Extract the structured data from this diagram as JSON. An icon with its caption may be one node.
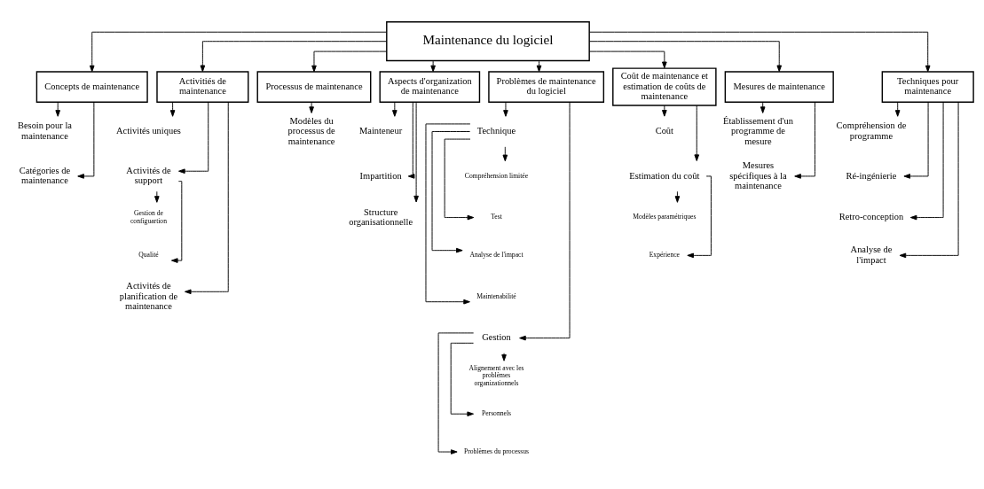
{
  "diagram": {
    "nodes": [
      {
        "text": [
          "Maintenance du logiciel"
        ]
      },
      {
        "text": [
          "Concepts de maintenance"
        ]
      },
      {
        "text": [
          "Activitiés de maintenance"
        ]
      },
      {
        "text": [
          "Processus de maintenance"
        ]
      },
      {
        "text": [
          "Aspects d'organization de maintenance"
        ]
      },
      {
        "text": [
          "Problèmes de maintenance du logiciel"
        ]
      },
      {
        "text": [
          "Coût de maintenance et estimation de coûts de maintenance"
        ]
      },
      {
        "text": [
          "Mesures de maintenance"
        ]
      },
      {
        "text": [
          "Techniques pour maintenance"
        ]
      },
      {
        "text": [
          "Besoin pour la maintenance"
        ]
      },
      {
        "text": [
          "Catégories de maintenance"
        ]
      },
      {
        "text": [
          "Activités uniques"
        ]
      },
      {
        "text": [
          "Activités de support"
        ]
      },
      {
        "text": [
          "Gestion de configuartion"
        ]
      },
      {
        "text": [
          "Qualité"
        ]
      },
      {
        "text": [
          "Activités de planification de maintenance"
        ]
      },
      {
        "text": [
          "Modèles du processus de maintenance"
        ]
      },
      {
        "text": [
          "Mainteneur"
        ]
      },
      {
        "text": [
          "Impartition"
        ]
      },
      {
        "text": [
          "Structure organisationnelle"
        ]
      },
      {
        "text": [
          "Technique"
        ]
      },
      {
        "text": [
          "Compréhension limitée"
        ]
      },
      {
        "text": [
          "Test"
        ]
      },
      {
        "text": [
          "Analyse de l'impact"
        ]
      },
      {
        "text": [
          "Maintenabilité"
        ]
      },
      {
        "text": [
          "Gestion"
        ]
      },
      {
        "text": [
          "Alignement avec les problèmes organizationnels"
        ]
      },
      {
        "text": [
          "Personnels"
        ]
      },
      {
        "text": [
          "Problèmes du processus"
        ]
      },
      {
        "text": [
          "Coût"
        ]
      },
      {
        "text": [
          "Estimation du coût"
        ]
      },
      {
        "text": [
          "Modèles paramétriques"
        ]
      },
      {
        "text": [
          "Expérience"
        ]
      },
      {
        "text": [
          "Établissement d'un programme de mesure"
        ]
      },
      {
        "text": [
          "Mesures spécifiques à la maintenance"
        ]
      },
      {
        "text": [
          "Compréhension de programme"
        ]
      },
      {
        "text": [
          "Ré-ingénierie"
        ]
      },
      {
        "text": [
          "Retro-conception"
        ]
      },
      {
        "text": [
          "Analyse de l'impact"
        ]
      }
    ],
    "edges": [
      {
        "from": 0,
        "to": 1,
        "arrow": "to"
      },
      {
        "from": 0,
        "to": 2,
        "arrow": "to"
      },
      {
        "from": 0,
        "to": 3,
        "arrow": "to"
      },
      {
        "from": 0,
        "to": 4,
        "arrow": "to"
      },
      {
        "from": 0,
        "to": 5,
        "arrow": "to"
      },
      {
        "from": 0,
        "to": 6,
        "arrow": "to"
      },
      {
        "from": 0,
        "to": 7,
        "arrow": "to"
      },
      {
        "from": 0,
        "to": 8,
        "arrow": "to"
      },
      {
        "from": 1,
        "to": 9,
        "arrow": "to"
      },
      {
        "from": 1,
        "to": 10,
        "arrow": "to"
      },
      {
        "from": 2,
        "to": 11,
        "arrow": "to"
      },
      {
        "from": 2,
        "to": 12,
        "arrow": "to"
      },
      {
        "from": 12,
        "to": 13,
        "arrow": "to"
      },
      {
        "from": 12,
        "to": 14,
        "arrow": "to"
      },
      {
        "from": 2,
        "to": 15,
        "arrow": "to"
      },
      {
        "from": 3,
        "to": 16,
        "arrow": "to"
      },
      {
        "from": 4,
        "to": 17,
        "arrow": "to"
      },
      {
        "from": 4,
        "to": 18,
        "arrow": "to"
      },
      {
        "from": 4,
        "to": 19,
        "arrow": "to"
      },
      {
        "from": 5,
        "to": 20,
        "arrow": "to"
      },
      {
        "from": 20,
        "to": 21,
        "arrow": "to"
      },
      {
        "from": 20,
        "to": 22,
        "arrow": "to"
      },
      {
        "from": 20,
        "to": 23,
        "arrow": "to"
      },
      {
        "from": 20,
        "to": 24,
        "arrow": "to"
      },
      {
        "from": 5,
        "to": 25,
        "arrow": "to"
      },
      {
        "from": 25,
        "to": 26,
        "arrow": "to"
      },
      {
        "from": 25,
        "to": 27,
        "arrow": "to"
      },
      {
        "from": 25,
        "to": 28,
        "arrow": "to"
      },
      {
        "from": 6,
        "to": 29,
        "arrow": "to"
      },
      {
        "from": 6,
        "to": 30,
        "arrow": "to"
      },
      {
        "from": 30,
        "to": 31,
        "arrow": "to"
      },
      {
        "from": 30,
        "to": 32,
        "arrow": "to"
      },
      {
        "from": 7,
        "to": 33,
        "arrow": "to"
      },
      {
        "from": 7,
        "to": 34,
        "arrow": "to"
      },
      {
        "from": 8,
        "to": 35,
        "arrow": "to"
      },
      {
        "from": 8,
        "to": 36,
        "arrow": "to"
      },
      {
        "from": 8,
        "to": 37,
        "arrow": "to"
      },
      {
        "from": 8,
        "to": 38,
        "arrow": "to"
      }
    ]
  }
}
